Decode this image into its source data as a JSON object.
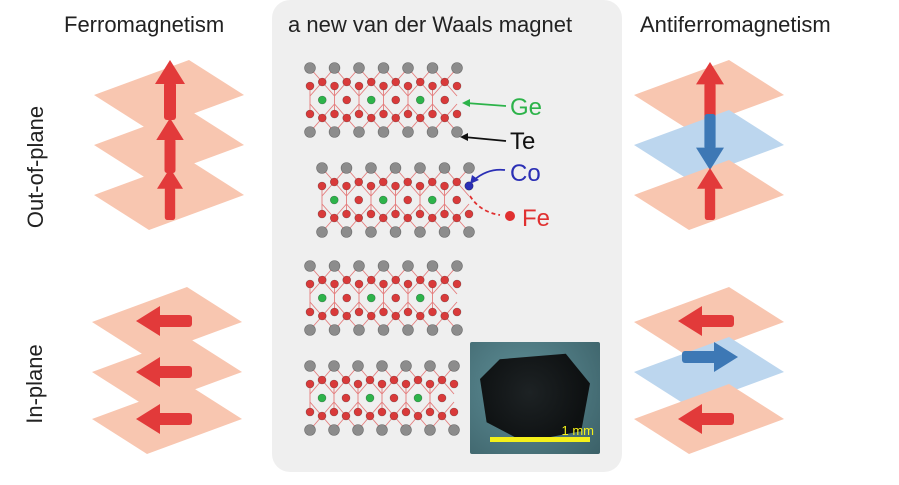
{
  "titles": {
    "ferro": "Ferromagnetism",
    "center": "a new van der Waals magnet",
    "antiferro": "Antiferromagnetism"
  },
  "row_labels": {
    "out_of_plane": "Out-of-plane",
    "in_plane": "In-plane"
  },
  "legend": {
    "ge": "Ge",
    "te": "Te",
    "co": "Co",
    "fe": "Fe"
  },
  "photo": {
    "scale_label": "1 mm"
  },
  "colors": {
    "panel_bg": "#efefef",
    "plane_pink": "#f8c6b0",
    "plane_blue": "#bcd6ee",
    "arrow_red": "#e23a3a",
    "arrow_blue": "#3d78b5",
    "ge_green": "#2db34a",
    "te_gray": "#8c8c8c",
    "co_blue": "#2b2fb5",
    "fe_red": "#d93a3a",
    "scale_yellow": "#f4f01a"
  }
}
